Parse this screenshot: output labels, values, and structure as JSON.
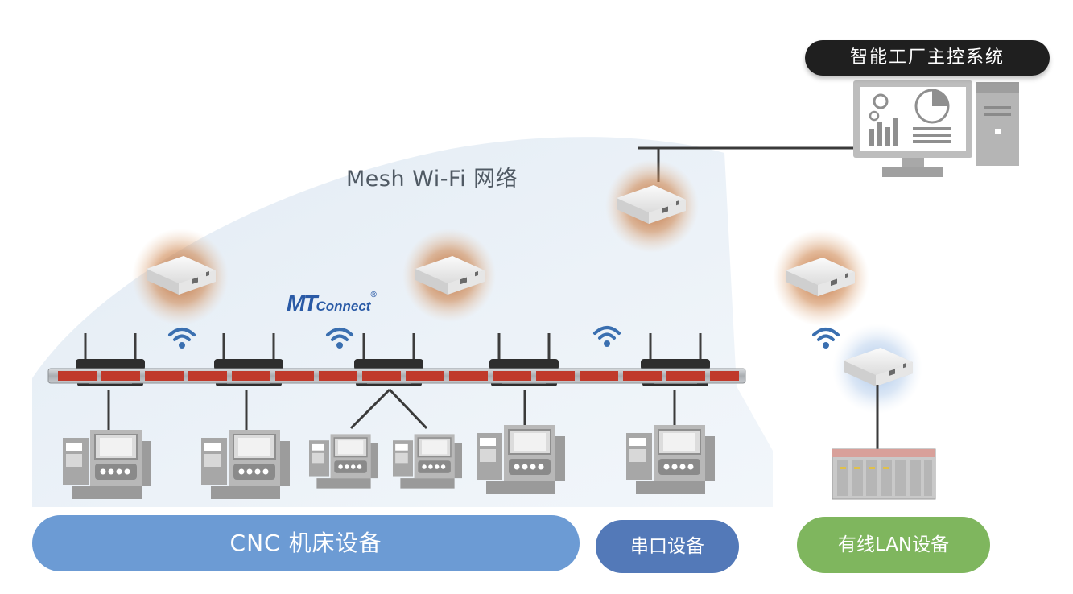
{
  "labels": {
    "host_system": "智能工厂主控系统",
    "mesh_network": "Mesh Wi-Fi 网络",
    "mtconnect_logo": "MTConnect"
  },
  "categories": {
    "cnc": "CNC 机床设备",
    "serial": "串口设备",
    "wired_lan": "有线LAN设备"
  },
  "colors": {
    "cnc_pill": "#6c9bd4",
    "serial_pill": "#5379b8",
    "lan_pill": "#7fb65e",
    "banner": "#1f1f1f",
    "rail": "#c0392b",
    "ap_glow": "#c8824a"
  },
  "icons": [
    "wifi-icon",
    "access-point-icon",
    "router-icon",
    "cnc-machine-icon",
    "plc-icon",
    "monitor-icon",
    "tower-pc-icon"
  ]
}
